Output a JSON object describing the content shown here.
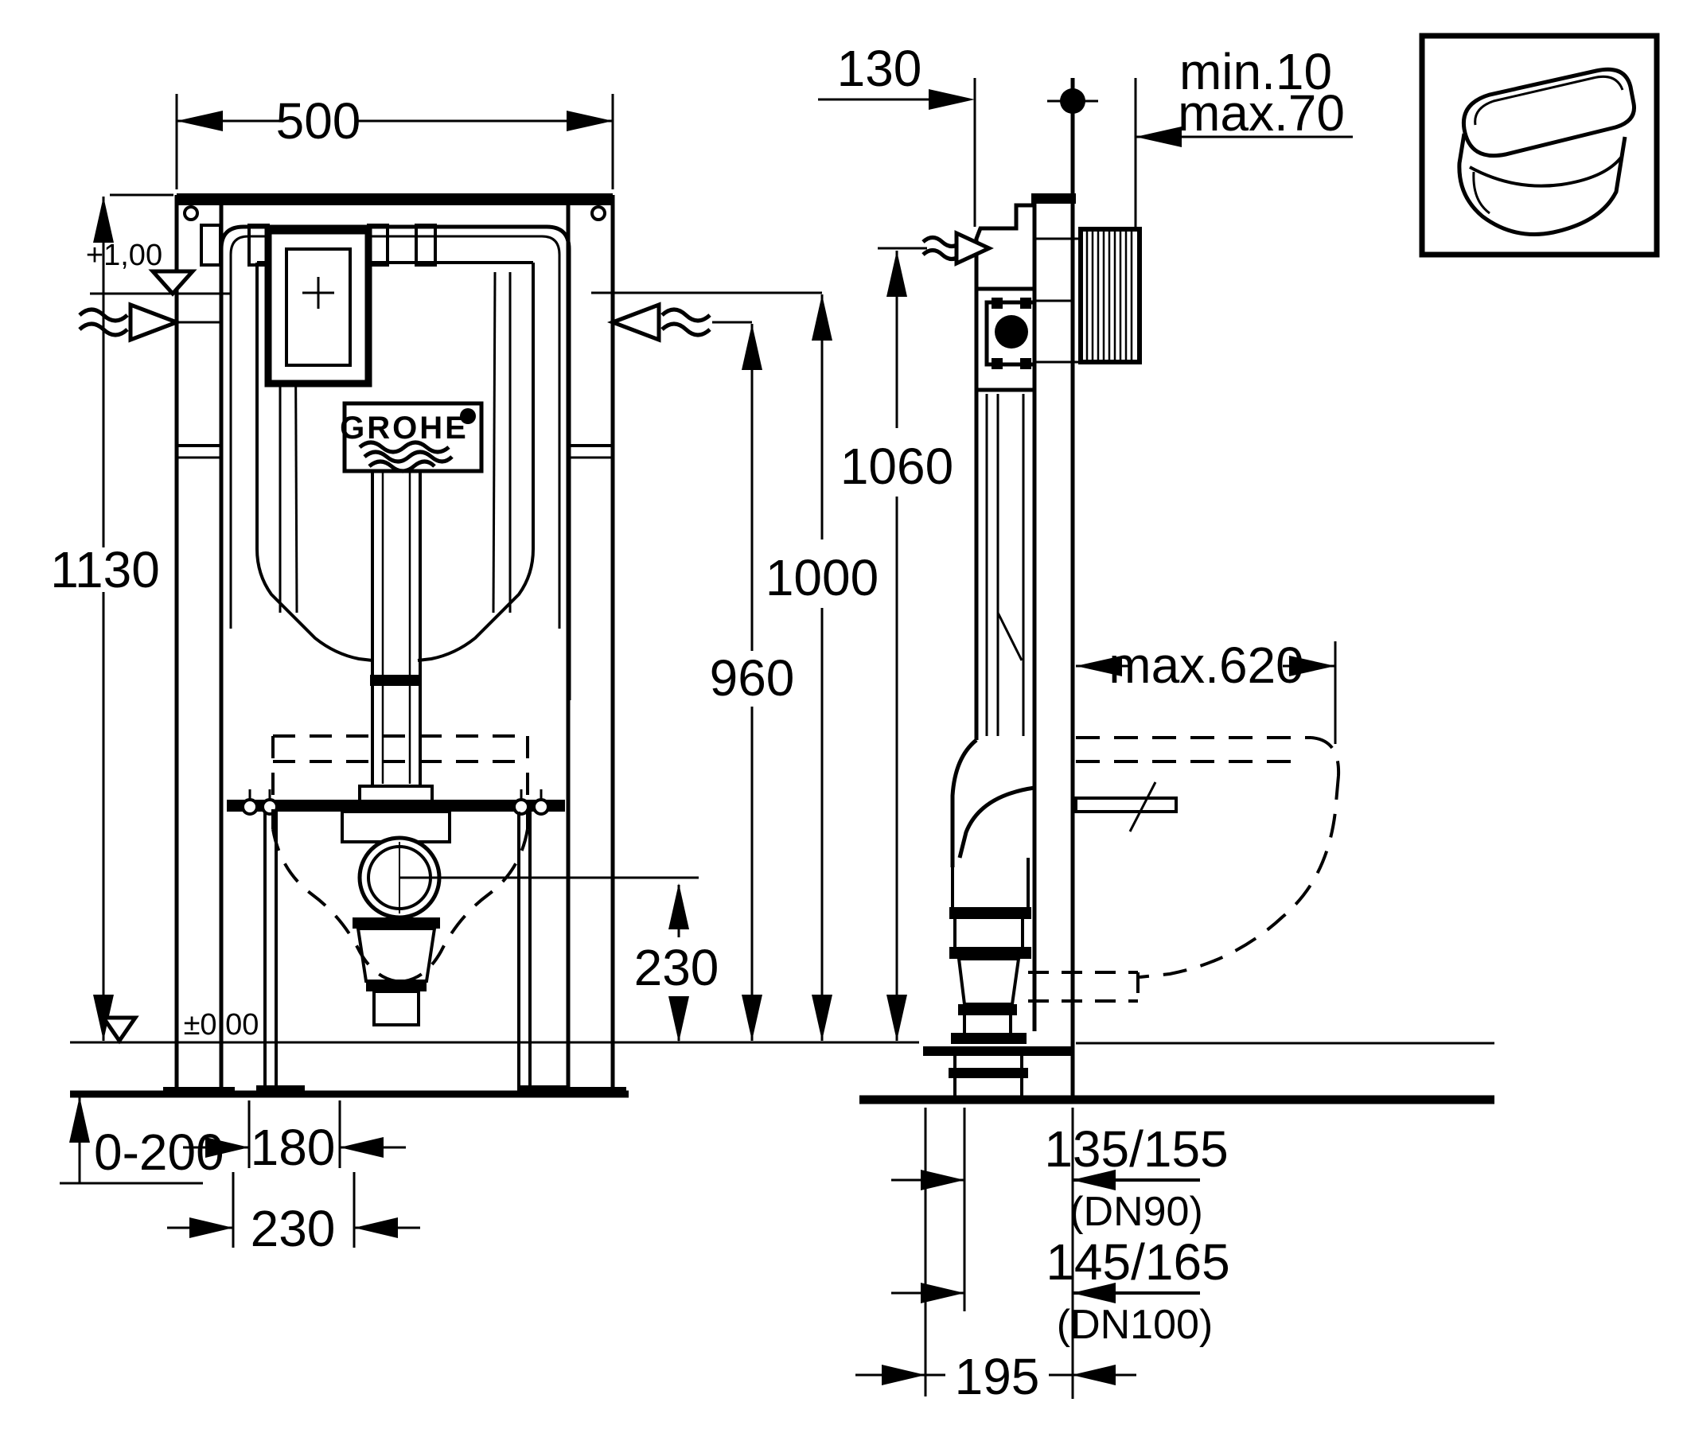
{
  "drawing": {
    "logo": {
      "brand": "GROHE"
    },
    "front": {
      "width": "500",
      "height": "1130",
      "level_top": "+1,00",
      "level_floor": "±0,00",
      "floor_buildup": "0-200",
      "bolt_dist": "180",
      "anchor_dist": "230",
      "drain_height": "230"
    },
    "heights": {
      "supply": "960",
      "actuation": "1000",
      "frame_ref": "1060"
    },
    "side": {
      "wall_offset": "130",
      "wall_min": "min.10",
      "wall_max": "max.70",
      "depth_max": "max.620",
      "outlet_dn90": "135/155",
      "outlet_dn90_note": "(DN90)",
      "outlet_dn100": "145/165",
      "outlet_dn100_note": "(DN100)",
      "outlet_wall_dist": "195"
    }
  }
}
